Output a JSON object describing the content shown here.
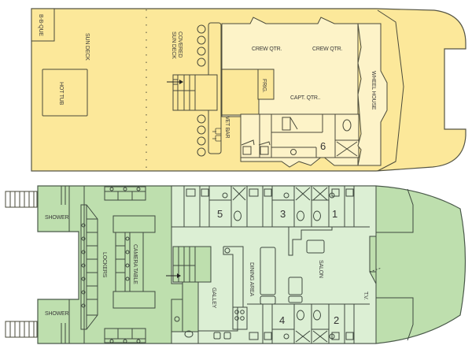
{
  "colors": {
    "upper_deck": "#fce89a",
    "upper_deck_light": "#fdf3c8",
    "lower_deck": "#bedfae",
    "lower_deck_light": "#dcefd4",
    "outline": "#4a4a3a"
  },
  "upper_deck": {
    "labels": {
      "bbque": "B-B-QUE",
      "sun_deck": "SUN DECK",
      "hot_tub": "HOT TUB",
      "covered_sun_deck_1": "COVERED",
      "covered_sun_deck_2": "SUN DECK",
      "wet_bar": "WET BAR",
      "crew_qtr_1": "CREW QTR.",
      "crew_qtr_2": "CREW QTR.",
      "frig": "FRIG.",
      "capt_qtr": "CAPT. QTR..",
      "wheel_house": "WHEEL HOUSE",
      "cabin_6": "6"
    }
  },
  "lower_deck": {
    "labels": {
      "shower_top": "SHOWER",
      "shower_bottom": "SHOWER",
      "lockers": "LOCKERS",
      "camera_table": "CAMERA TABLE",
      "galley": "GALLEY",
      "dining_area": "DINING AREA",
      "salon": "SALON",
      "tv": "T.V.",
      "cabin_1": "1",
      "cabin_2": "2",
      "cabin_3": "3",
      "cabin_4": "4",
      "cabin_5": "5"
    }
  }
}
